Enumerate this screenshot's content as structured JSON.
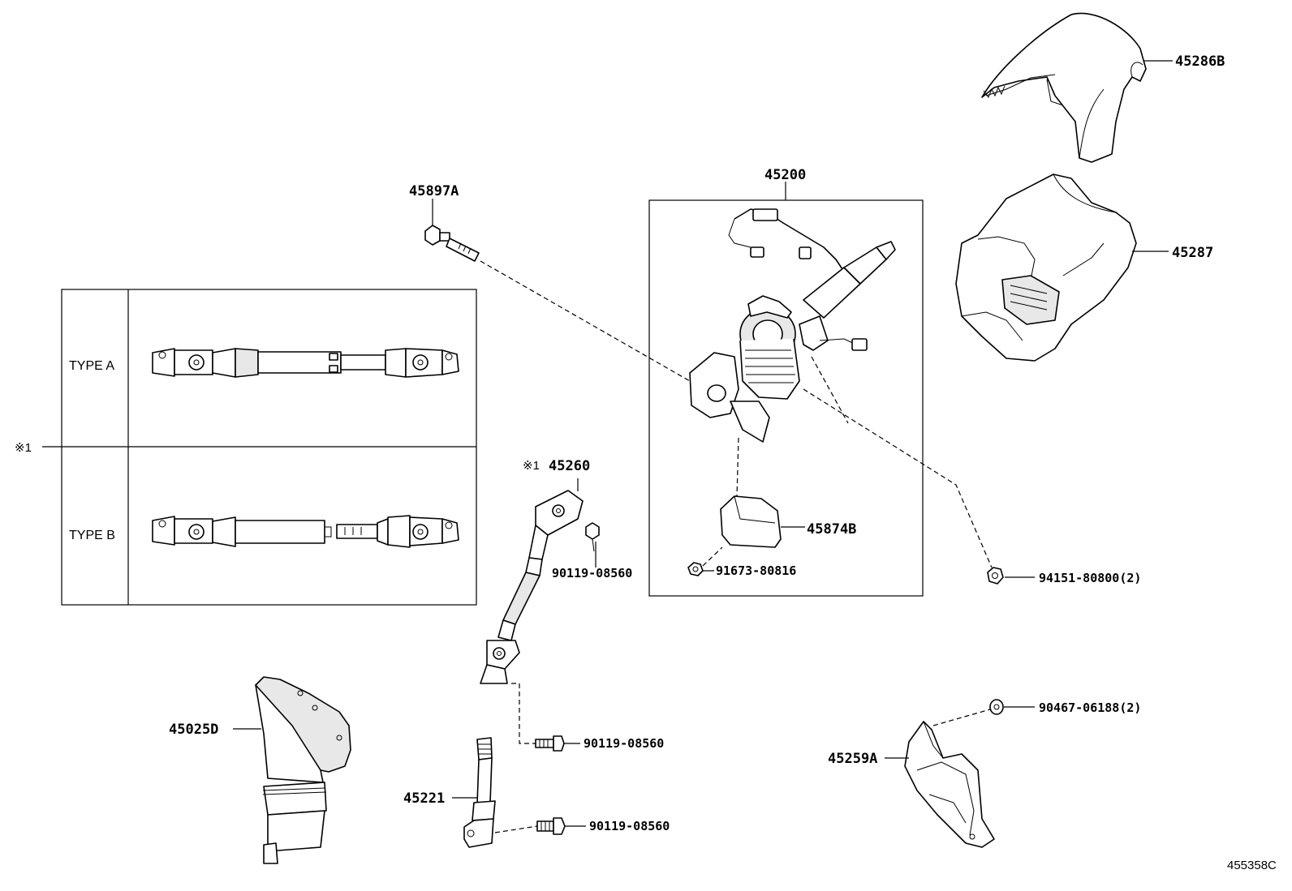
{
  "labels": {
    "p45286b": "45286B",
    "p45287": "45287",
    "p45200": "45200",
    "p45897a": "45897A",
    "p45874b": "45874B",
    "p91673": "91673-80816",
    "p94151": "94151-80800(2)",
    "p45260": "45260",
    "p45260_mark": "※1",
    "p90119_a": "90119-08560",
    "p90119_b": "90119-08560",
    "p90119_c": "90119-08560",
    "p45025d": "45025D",
    "p45221": "45221",
    "p45259a": "45259A",
    "p90467": "90467-06188(2)",
    "callout_mark": "※1"
  },
  "inset": {
    "type_a": "TYPE A",
    "type_b": "TYPE B"
  },
  "figure_ref": "455358C"
}
